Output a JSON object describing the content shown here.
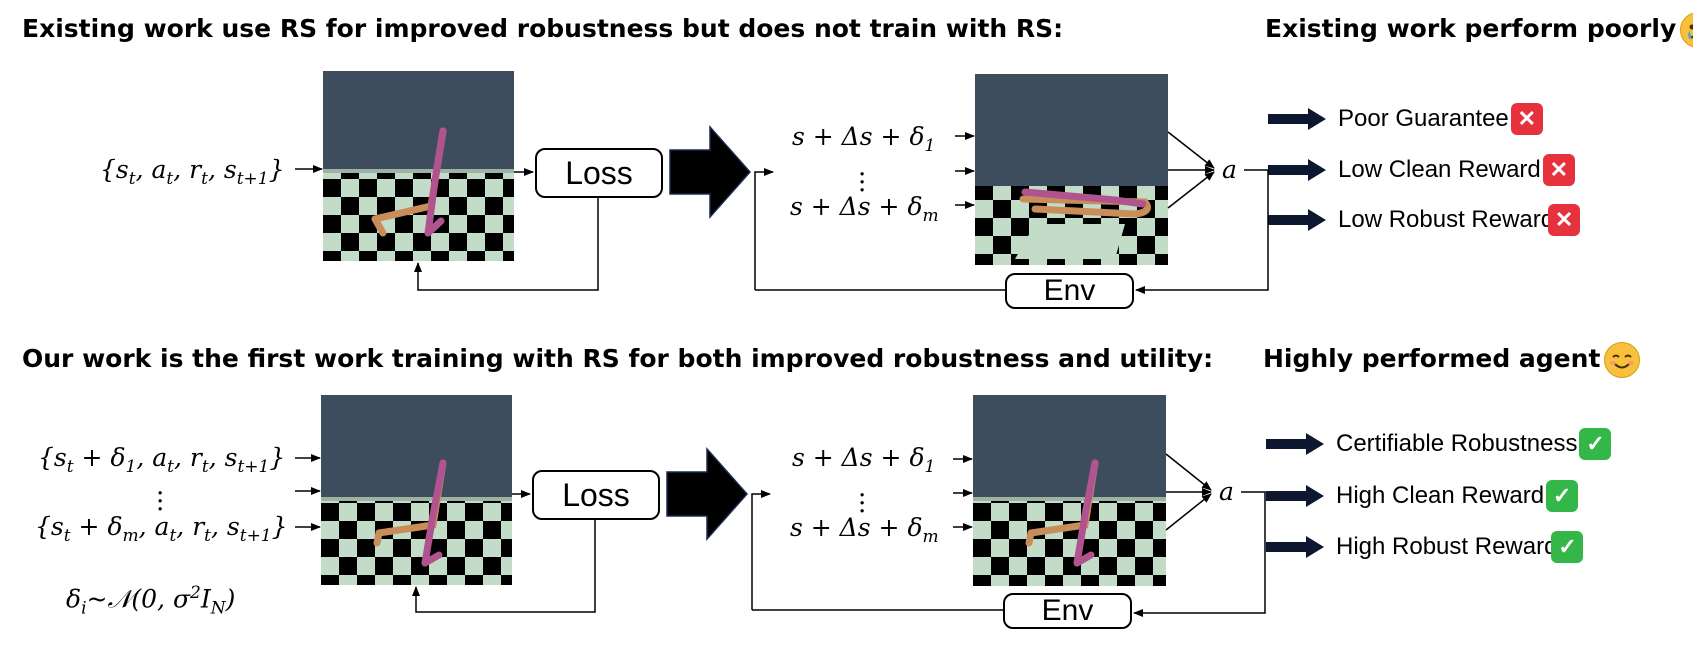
{
  "top": {
    "heading": "Existing work use RS for improved robustness but does not train with RS:",
    "result_heading": "Existing work perform poorly",
    "result_emoji": "sad-face",
    "input_tuple": "{s_t, a_t, r_t, s_{t+1}}",
    "loss_label": "Loss",
    "env_label": "Env",
    "action_label": "a",
    "perturbed_states": [
      "s + Δs + δ_1",
      "s + Δs + δ_m"
    ],
    "results": [
      {
        "label": "Poor Guarantee",
        "mark": "cross"
      },
      {
        "label": "Low Clean Reward",
        "mark": "cross"
      },
      {
        "label": "Low Robust Reward",
        "mark": "cross"
      }
    ]
  },
  "bottom": {
    "heading": "Our work is the first work training with RS for both improved robustness and utility:",
    "result_heading": "Highly performed agent",
    "result_emoji": "smiling-face",
    "input_tuples": [
      "{s_t + δ_1, a_t, r_t, s_{t+1}}",
      "{s_t + δ_m, a_t, r_t, s_{t+1}}"
    ],
    "noise_dist": "δ_i ~ N(0, σ²I_N)",
    "loss_label": "Loss",
    "env_label": "Env",
    "action_label": "a",
    "perturbed_states": [
      "s + Δs + δ_1",
      "s + Δs + δ_m"
    ],
    "results": [
      {
        "label": "Certifiable Robustness",
        "mark": "check"
      },
      {
        "label": "High Clean Reward",
        "mark": "check"
      },
      {
        "label": "High Robust Reward",
        "mark": "check"
      }
    ]
  },
  "colors": {
    "sky": "#3d4d5e",
    "floor_light": "#c2dcc8",
    "floor_dark": "#000000",
    "agent_body": "#c98d5a",
    "agent_leg": "#b0538f",
    "cross": "#e5323c",
    "check": "#35b648",
    "result_arrow": "#0d1730"
  }
}
